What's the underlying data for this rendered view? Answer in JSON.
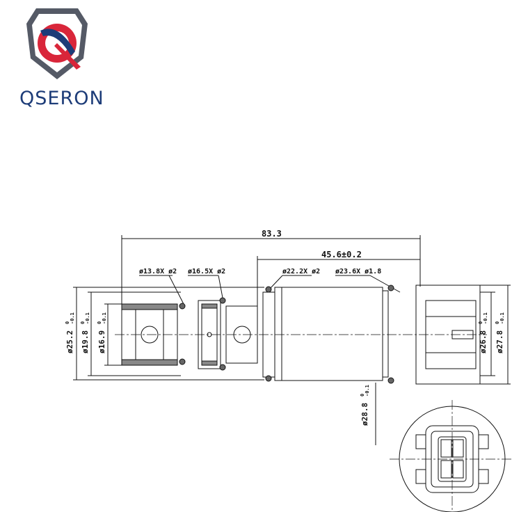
{
  "brand": {
    "name": "QSERON",
    "colors": {
      "navy": "#1d3c78",
      "red": "#d9263a",
      "gray": "#555a66"
    }
  },
  "drawing": {
    "overall_length": "83.3",
    "body_length": "45.6±0.2",
    "oring_labels": [
      "ø13.8X ø2",
      "ø16.5X ø2",
      "ø22.2X ø2",
      "ø23.6X ø1.8"
    ],
    "diameters": {
      "d1": "ø25.2",
      "d2": "ø19.8",
      "d3": "ø16.9",
      "d4": "ø26.8",
      "d5": "ø27.8",
      "d6": "ø28.8"
    },
    "tolerance_upper": "0",
    "tolerance_lower": "-0.1"
  }
}
